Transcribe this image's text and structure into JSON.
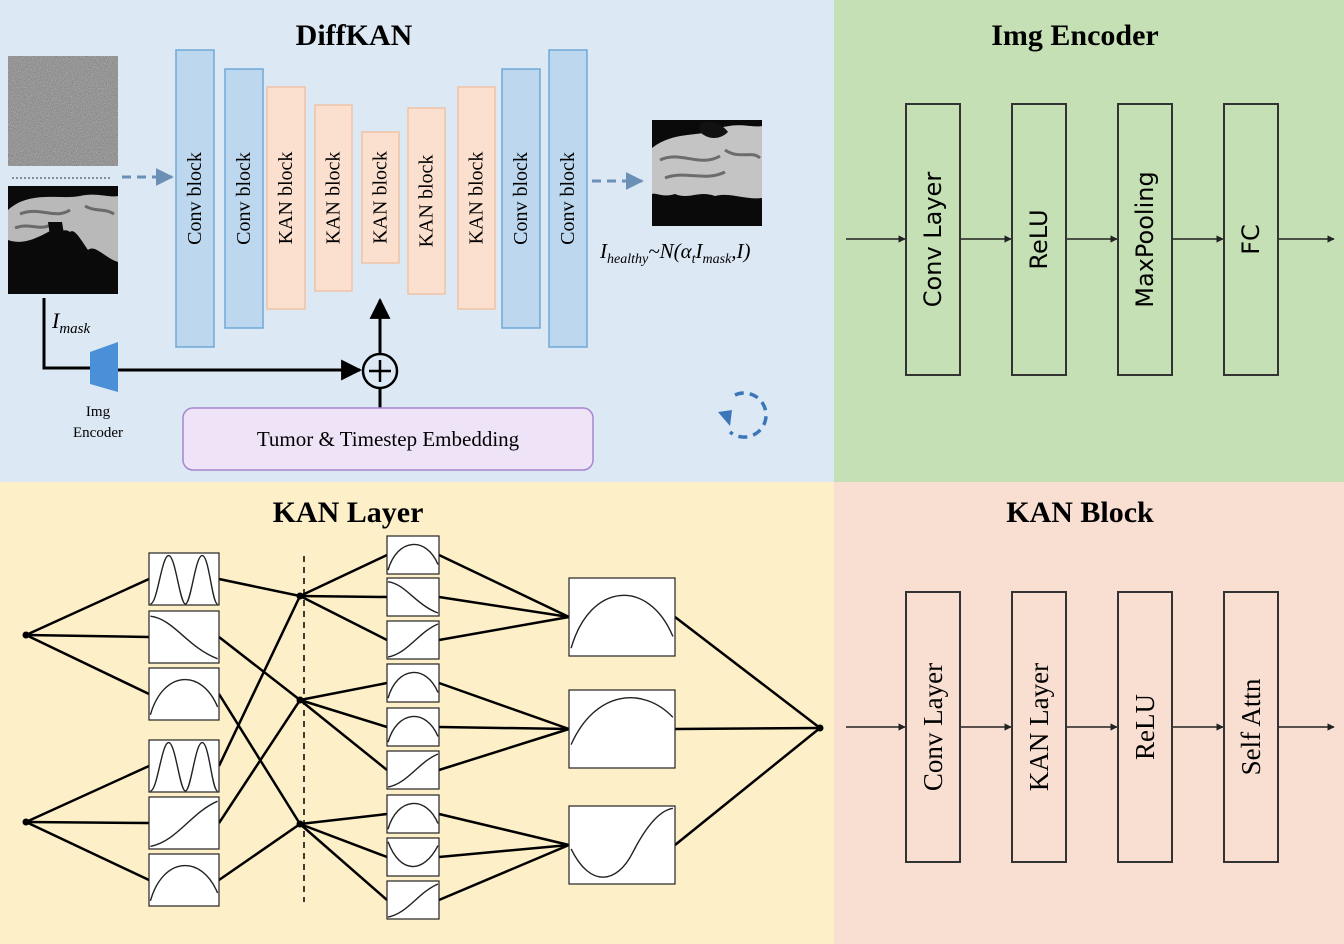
{
  "colors": {
    "diffkan_bg": "#dce8f4",
    "encoder_bg": "#c5e0b4",
    "kan_layer_bg": "#fdefc8",
    "kan_block_bg": "#f8dfd2",
    "conv_fill": "#bcd7ee",
    "conv_stroke": "#6fa8d6",
    "kan_fill": "#fbe0cf",
    "kan_stroke": "#efc2a6",
    "embed_fill": "#efe4f7",
    "embed_stroke": "#a585cf",
    "encoder_icon": "#4a90d9"
  },
  "diffkan": {
    "title": "DiffKAN",
    "blocks": [
      "Conv block",
      "Conv block",
      "KAN block",
      "KAN block",
      "KAN block",
      "KAN block",
      "KAN block",
      "Conv block",
      "Conv block"
    ],
    "mask_label": "mask",
    "mask_prefix": "I",
    "encoder_label_1": "Img",
    "encoder_label_2": "Encoder",
    "embedding_label": "Tumor & Timestep Embedding",
    "plus_symbol": "+",
    "formula": {
      "I1": "I",
      "sub_healthy": "healthy",
      "tilde_N": "~N(",
      "alpha": "α",
      "sub_t": "t",
      "I2": "I",
      "sub_mask": "mask",
      "tail": ",",
      "I3": "I",
      "close": ")"
    }
  },
  "img_encoder": {
    "title": "Img Encoder",
    "layers": [
      "Conv Layer",
      "ReLU",
      "MaxPooling",
      "FC"
    ]
  },
  "kan_layer": {
    "title": "KAN Layer"
  },
  "kan_block": {
    "title": "KAN Block",
    "layers": [
      "Conv Layer",
      "KAN Layer",
      "ReLU",
      "Self Attn"
    ]
  }
}
